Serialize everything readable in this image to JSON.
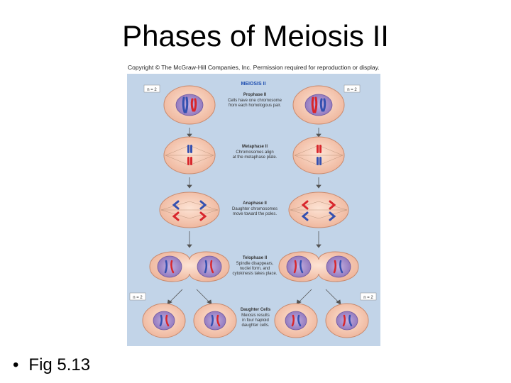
{
  "slide": {
    "title": "Phases of Meiosis II",
    "bullet": "Fig 5.13"
  },
  "figure": {
    "copyright": "Copyright © The McGraw-Hill Companies, Inc. Permission required for reproduction or display.",
    "heading": "MEIOSIS II",
    "ploidy_labels": {
      "top_left": "n = 2",
      "top_right": "n = 2",
      "bottom_left": "n = 2",
      "bottom_right": "n = 2"
    },
    "phases": [
      {
        "name": "Prophase II",
        "lines": [
          "Cells have one chromosome",
          "from each homologous pair."
        ]
      },
      {
        "name": "Metaphase II",
        "lines": [
          "Chromosomes align",
          "at the metaphase plate."
        ]
      },
      {
        "name": "Anaphase II",
        "lines": [
          "Daughter chromosomes",
          "move toward the poles."
        ]
      },
      {
        "name": "Telophase II",
        "lines": [
          "Spindle disappears,",
          "nuclei form, and",
          "cytokinesis takes place."
        ]
      },
      {
        "name": "Daughter Cells",
        "lines": [
          "Meiosis results",
          "in four haploid",
          "daughter cells."
        ]
      }
    ]
  },
  "colors": {
    "panel": "#c2d4e8",
    "cell_fill": "#f3c9b4",
    "cell_edge": "#c98a6e",
    "nucleus": "#a08ac6",
    "chromosome_red": "#d8262c",
    "chromosome_blue": "#3450b0",
    "heading_blue": "#1f4fb0"
  }
}
